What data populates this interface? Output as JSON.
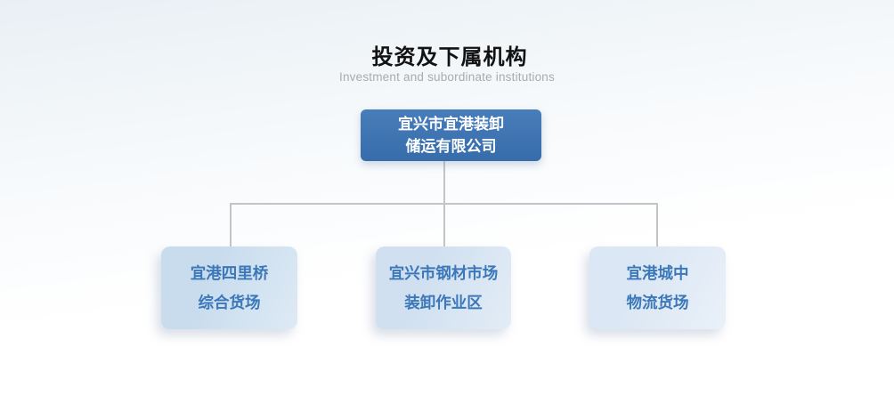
{
  "page": {
    "title": "投资及下属机构",
    "subtitle": "Investment and subordinate institutions"
  },
  "org_chart": {
    "type": "org-tree",
    "root": {
      "lines": [
        "宜兴市宜港装卸",
        "储运有限公司"
      ]
    },
    "children": [
      {
        "lines": [
          "宜港四里桥",
          "综合货场"
        ]
      },
      {
        "lines": [
          "宜兴市钢材市场",
          "装卸作业区"
        ]
      },
      {
        "lines": [
          "宜港城中",
          "物流货场"
        ]
      }
    ]
  },
  "colors": {
    "root_box": "#3a73b5",
    "child_box_1": "#c8dcee",
    "child_box_2": "#d0e0f0",
    "child_box_3": "#dbe7f4",
    "child_text": "#3c78b9",
    "connector": "#c2c5c7",
    "title_text": "#121212",
    "subtitle_text": "#a9abad"
  }
}
